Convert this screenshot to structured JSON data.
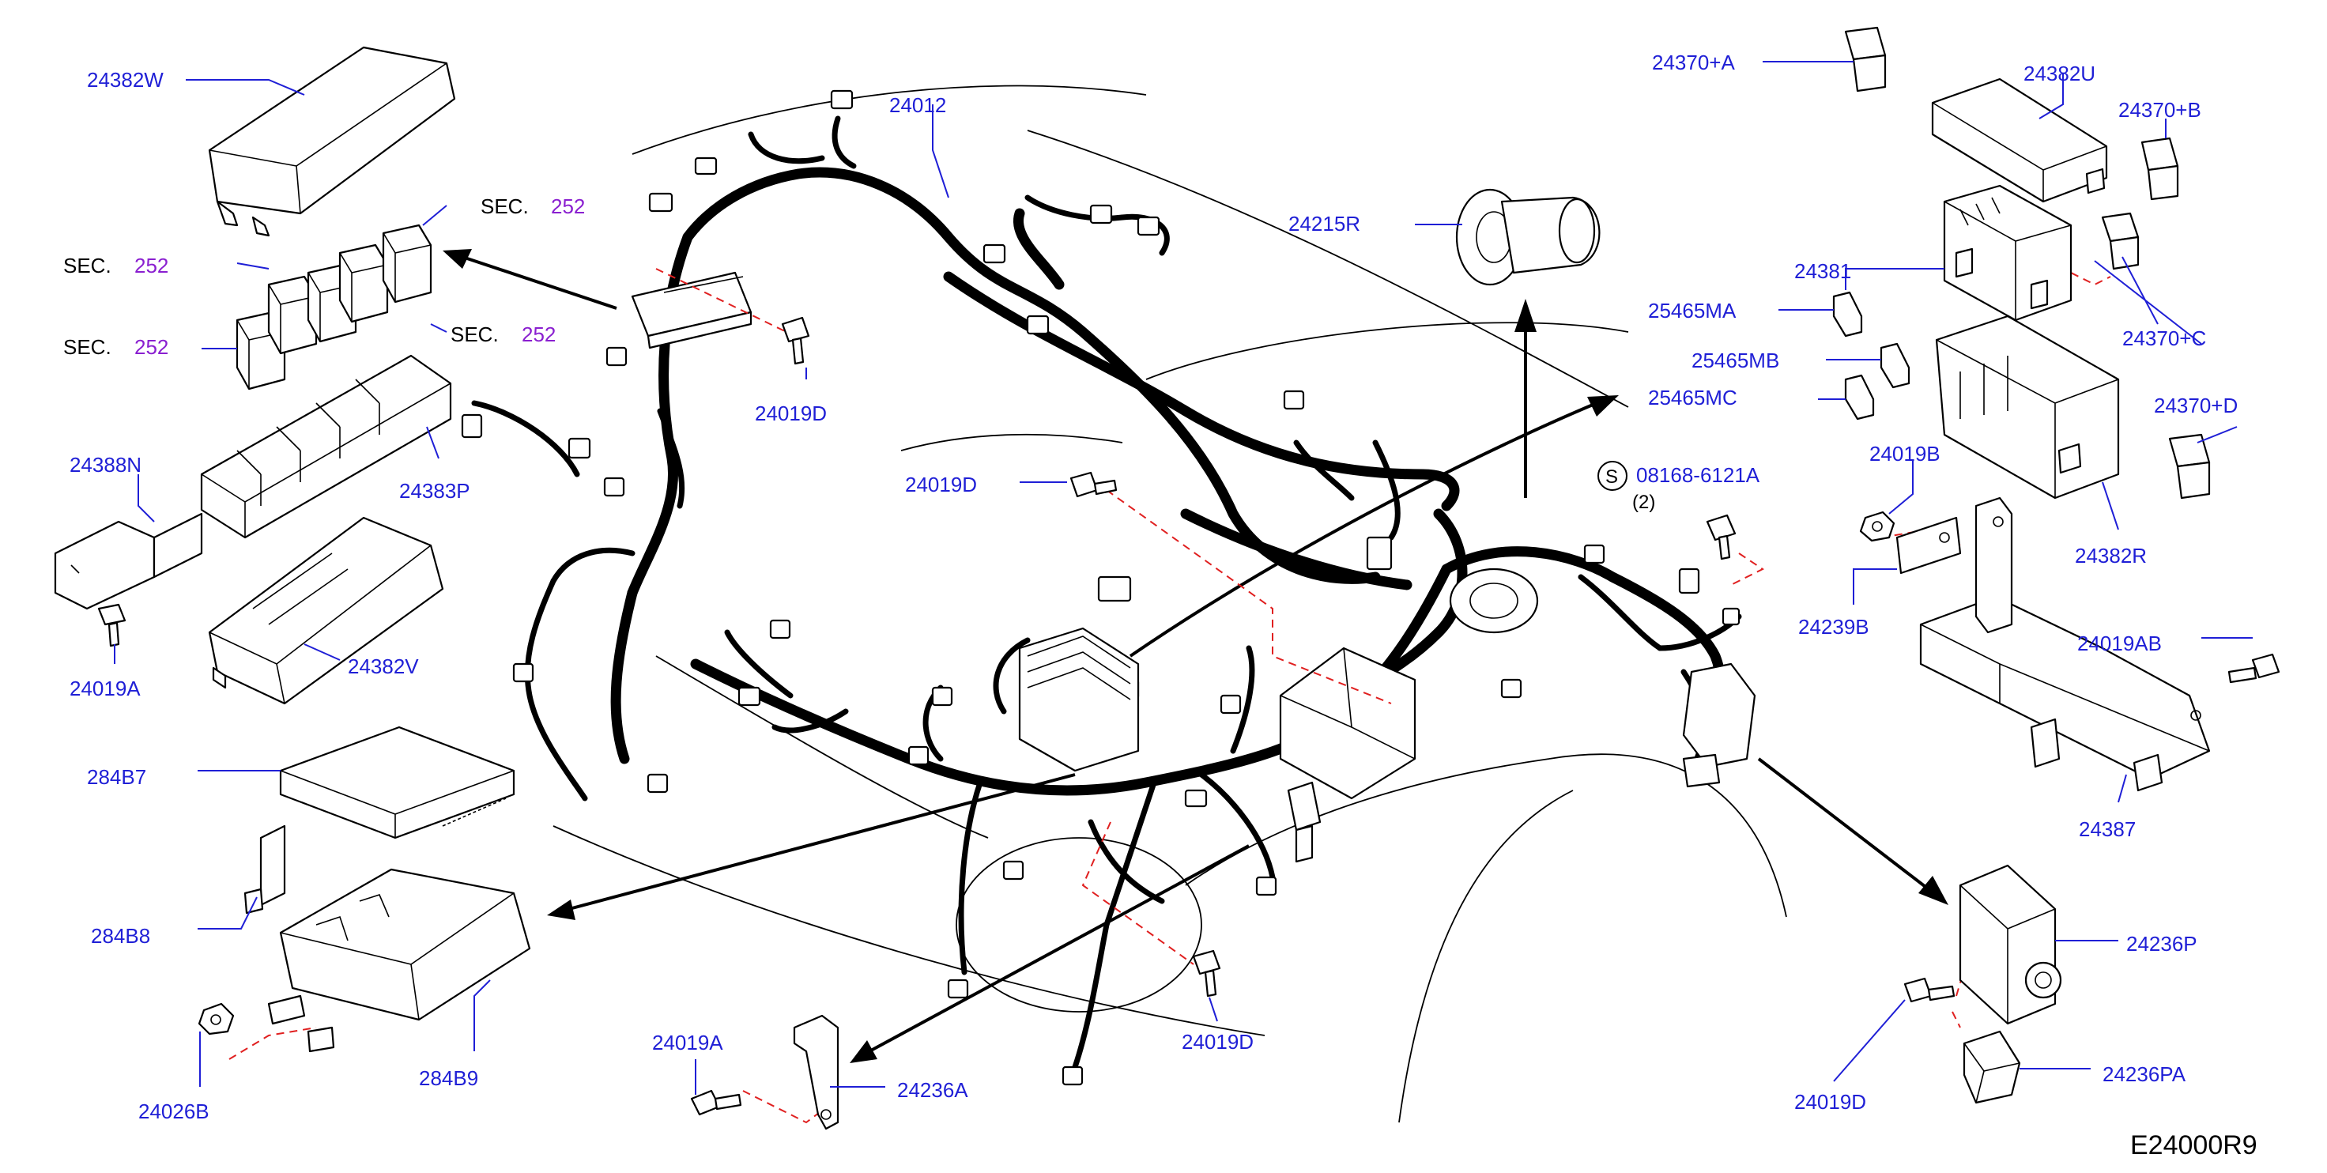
{
  "diagram": {
    "code": "E24000R9",
    "parts": [
      "24382W",
      "24012",
      "24370+A",
      "24382U",
      "24370+B",
      "24215R",
      "24381",
      "25465MA",
      "25465MB",
      "25465MC",
      "24370+C",
      "24370+D",
      "24019D",
      "24383P",
      "24388N",
      "24019A",
      "24382V",
      "24019B",
      "24239B",
      "24382R",
      "24019AB",
      "284B7",
      "24387",
      "284B8",
      "284B9",
      "24026B",
      "24236P",
      "24236PA",
      "24236A",
      "08168-6121A"
    ],
    "sec_word": "SEC.",
    "sec_ref": "252",
    "screw_symbol": "S",
    "screw_qty": "(2)"
  },
  "colors": {
    "label": "#1f1fd6",
    "sec_ref": "#8a1fd0",
    "dashed_leader": "#e02020",
    "line": "#000000"
  }
}
